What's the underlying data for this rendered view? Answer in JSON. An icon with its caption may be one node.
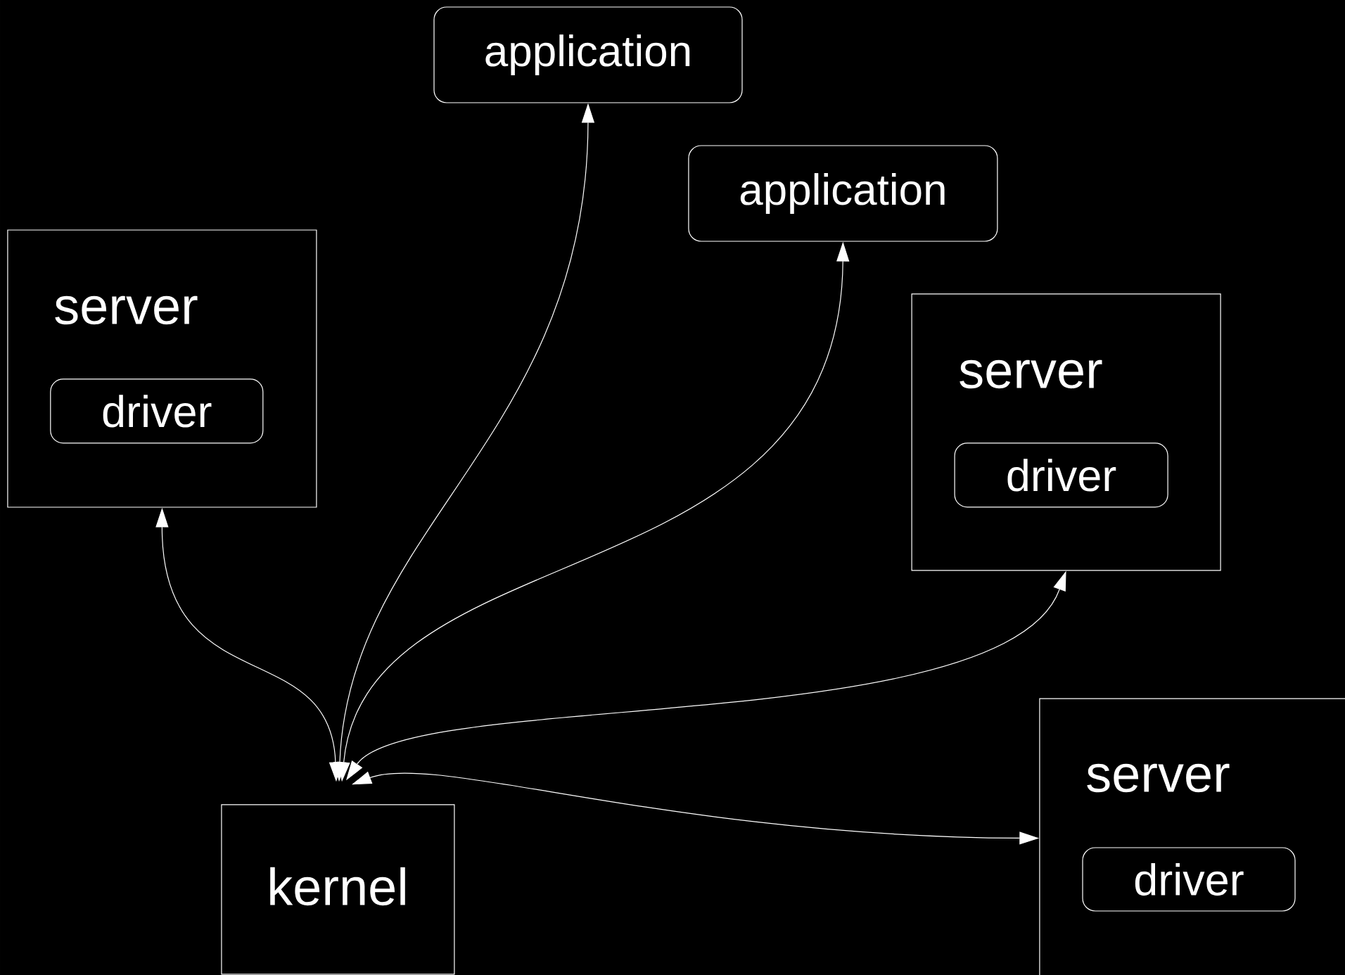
{
  "diagram": {
    "nodes": [
      {
        "text": [
          "application"
        ]
      },
      {
        "text": [
          "application"
        ]
      },
      {
        "text": [
          "server"
        ]
      },
      {
        "text": [
          "driver"
        ],
        "in": 2
      },
      {
        "text": [
          "server"
        ]
      },
      {
        "text": [
          "driver"
        ],
        "in": 4
      },
      {
        "text": [
          "server"
        ]
      },
      {
        "text": [
          "driver"
        ],
        "in": 6
      },
      {
        "text": [
          "kernel"
        ]
      }
    ],
    "edges": [
      {
        "from": 8,
        "to": 0,
        "arrow": "both"
      },
      {
        "from": 8,
        "to": 1,
        "arrow": "both"
      },
      {
        "from": 8,
        "to": 2,
        "arrow": "both"
      },
      {
        "from": 8,
        "to": 4,
        "arrow": "both"
      },
      {
        "from": 8,
        "to": 6,
        "arrow": "both"
      }
    ]
  }
}
